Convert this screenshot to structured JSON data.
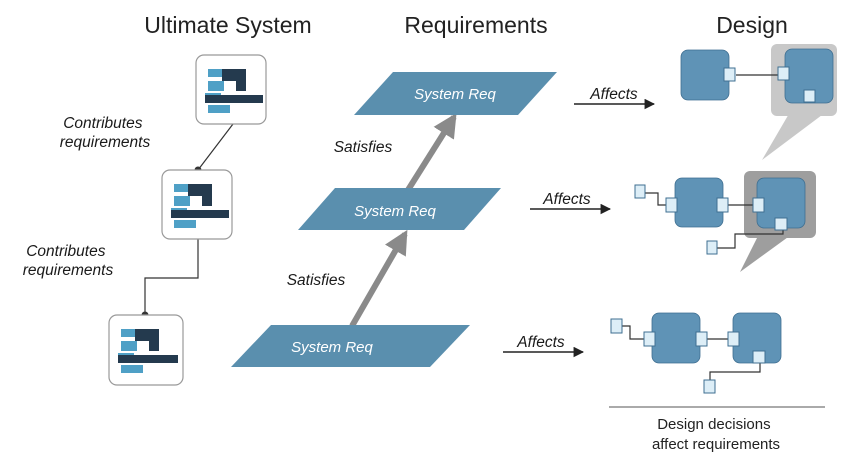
{
  "columns": {
    "ultimate": "Ultimate System",
    "requirements": "Requirements",
    "design": "Design"
  },
  "contributes": {
    "top": [
      "Contributes",
      "requirements"
    ],
    "bottom": [
      "Contributes",
      "requirements"
    ]
  },
  "req_labels": [
    "System Req",
    "System Req",
    "System Req"
  ],
  "satisfies": [
    "Satisfies",
    "Satisfies"
  ],
  "affects": [
    "Affects",
    "Affects",
    "Affects"
  ],
  "caption": [
    "Design decisions",
    "affect requirements"
  ],
  "colors": {
    "req_fill": "#5a8fae",
    "block_fill": "#5f93b6",
    "port_fill": "#ddeef7",
    "icon_light": "#4fa0c6",
    "icon_dark": "#243a4e",
    "arrow_gray": "#8a8a8a",
    "callout_gray": "#c8c8c8",
    "callout_dark": "#9e9e9e"
  }
}
